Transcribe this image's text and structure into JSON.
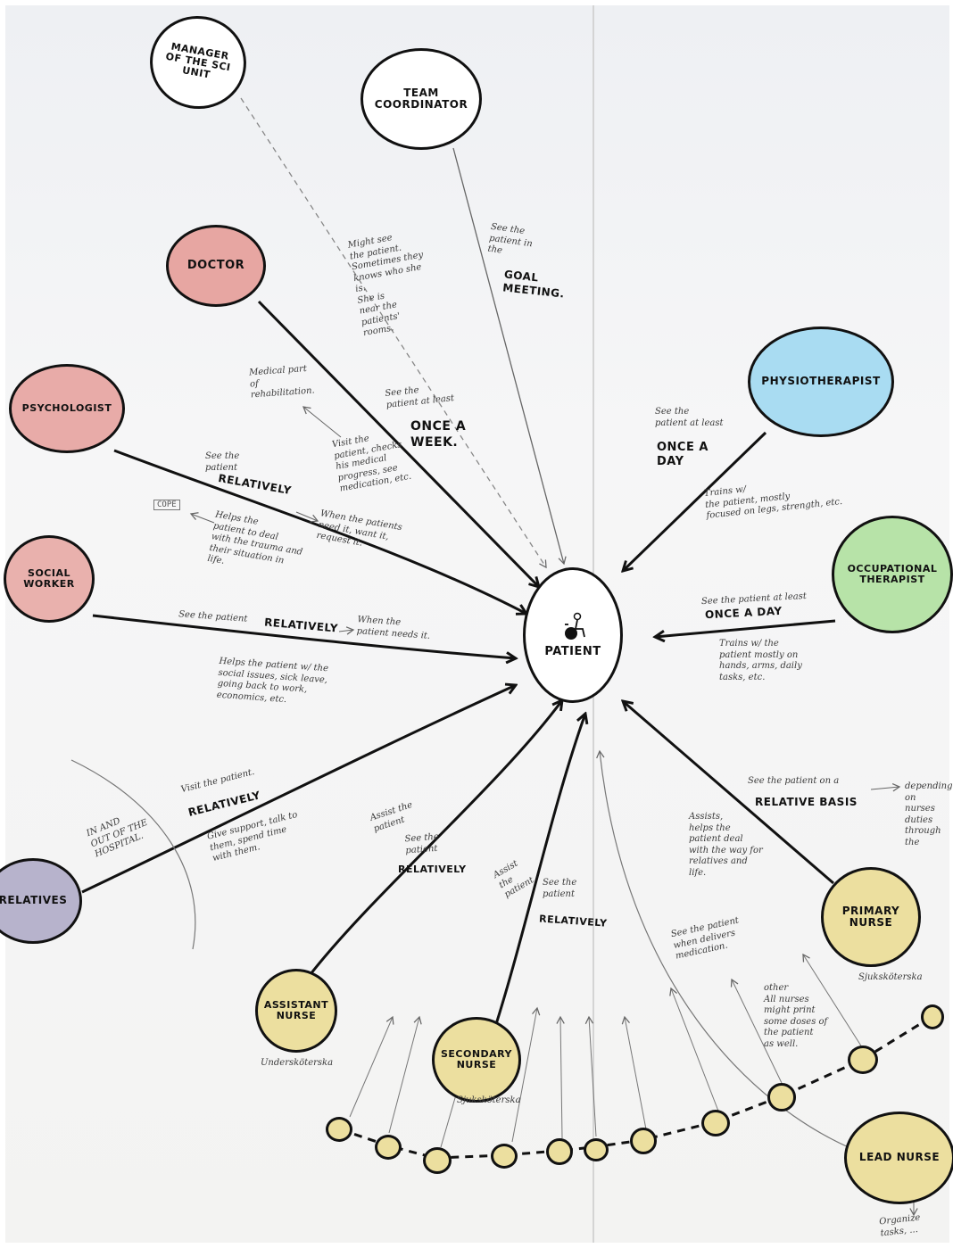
{
  "colors": {
    "doctor": "#e7a6a2",
    "psychologist": "#e8aba8",
    "social_worker": "#e9b1ad",
    "physiotherapist": "#a9dcf2",
    "occupational_therapist": "#b7e3a8",
    "relatives": "#b7b3cc",
    "nurse_yellow": "#ecdf9f",
    "patient": "#ffffff",
    "coordinator": "#ffffff",
    "manager": "#ffffff"
  },
  "nodes": {
    "manager": "MANAGER\nOF THE SCI\nUNIT",
    "coordinator": "TEAM\nCOORDINATOR",
    "doctor": "DOCTOR",
    "psychologist": "PSYCHOLOGIST",
    "social_worker": "SOCIAL\nWORKER",
    "physiotherapist": "PHYSIOTHERAPIST",
    "occupational_therapist": "OCCUPATIONAL\nTHERAPIST",
    "patient": "PATIENT",
    "relatives": "RELATIVES",
    "assistant_nurse": "ASSISTANT\nNURSE",
    "secondary_nurse": "SECONDARY\nNURSE",
    "primary_nurse": "PRIMARY\nNURSE",
    "lead_nurse": "LEAD NURSE"
  },
  "notes": {
    "coordinator_freq": "See the\npatient in\nthe",
    "coordinator_emph": "GOAL\nMEETING.",
    "manager_note": "Might see\nthe patient.\nSometimes they\nknows who she\nis.\nShe is\nnear the\npatients'\nrooms.",
    "doctor_freq": "See the\npatient at least",
    "doctor_emph": "ONCE A\nWEEK.",
    "doctor_role": "Medical part\nof\nrehabilitation.",
    "doctor_task": "Visit the\npatient, checks\nhis medical\nprogress, see\nmedication, etc.",
    "psych_freq": "See the\npatient",
    "psych_emph": "RELATIVELY",
    "psych_task": "Helps the\npatient to deal\nwith the trauma and\ntheir situation in\nlife.",
    "psych_when": "When the patients\nneed it, want it,\nrequest it.",
    "cope_label": "COPE",
    "social_freq": "See the patient",
    "social_emph": "RELATIVELY",
    "social_when": "When the\npatient needs it.",
    "social_task": "Helps the patient w/ the\nsocial issues, sick leave,\ngoing back to work,\neconomics, etc.",
    "physio_freq": "See the\npatient at least",
    "physio_emph": "ONCE A\nDAY",
    "physio_task": "Trains w/\nthe patient, mostly\nfocused on legs, strength, etc.",
    "ot_freq": "See the patient at least",
    "ot_emph": "ONCE A DAY",
    "ot_task": "Trains w/ the\npatient mostly on\nhands, arms, daily\ntasks, etc.",
    "relatives_visit": "Visit the patient.",
    "relatives_emph": "RELATIVELY",
    "relatives_task": "Give support, talk to\nthem, spend time\nwith them.",
    "relatives_side": "IN AND\nOUT OF THE\nHOSPITAL.",
    "assistant_assist": "Assist the\npatient",
    "assistant_freq": "See the\npatient",
    "assistant_emph": "RELATIVELY",
    "secondary_assist": "Assist\nthe\npatient",
    "secondary_freq": "See the\npatient",
    "secondary_emph": "RELATIVELY",
    "primary_freq": "See the patient on a",
    "primary_emph": "RELATIVE BASIS",
    "primary_depend": "depending on\nnurses duties\nthrough the",
    "primary_task": "Assists,\nhelps the\npatient deal\nwith the way for\nrelatives and\nlife.",
    "medication_note": "See the patient\nwhen delivers\nmedication.",
    "other_nurses": "other\nAll nurses\nmight print\nsome doses of\nthe patient\nas well.",
    "assistant_sub": "Undersköterska",
    "secondary_sub": "Sjuksköterska",
    "primary_sub": "Sjuksköterska",
    "lead_task": "Organize\ntasks, ..."
  }
}
